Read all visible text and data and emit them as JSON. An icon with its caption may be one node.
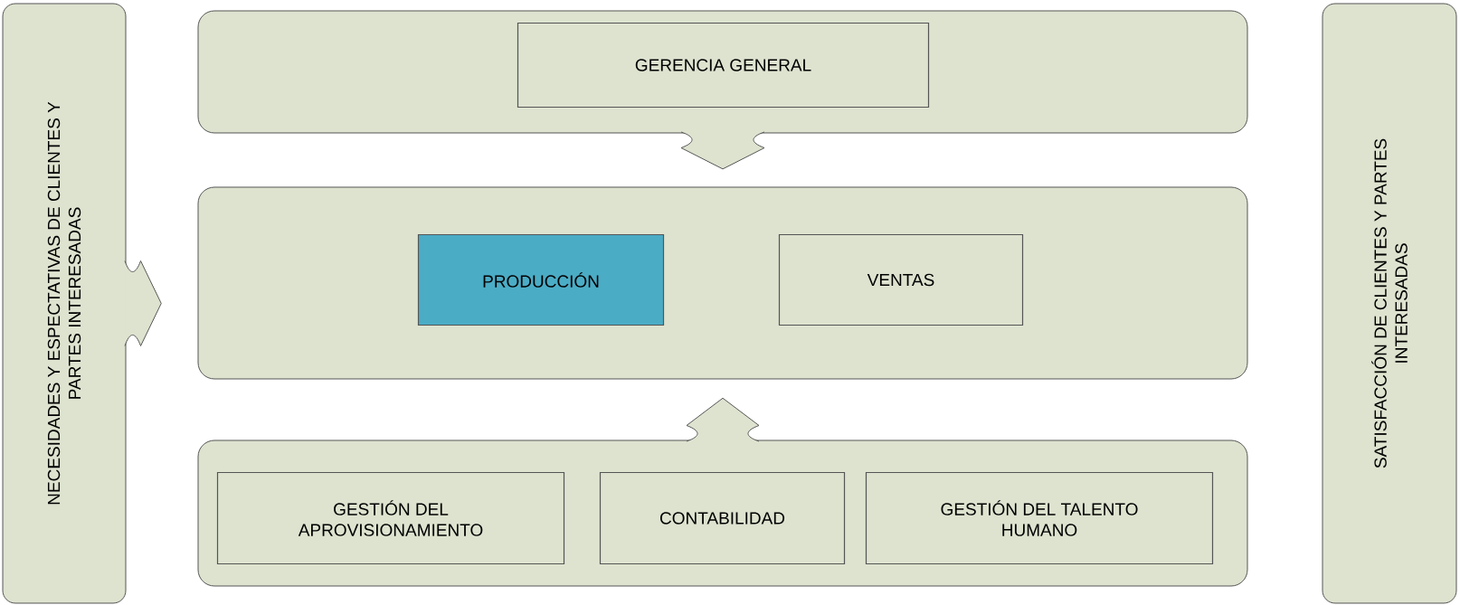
{
  "diagram": {
    "nodes": [
      {
        "text": [
          "NECESIDADES Y ESPECTATIVAS DE CLIENTES Y PARTES INTERESADAS"
        ]
      },
      {
        "text": [],
        "shape": "box"
      },
      {
        "text": [
          "GERENCIA GENERAL"
        ],
        "in": 1
      },
      {
        "text": [],
        "shape": "box"
      },
      {
        "text": [
          "PRODUCCIÓN"
        ],
        "in": 3
      },
      {
        "text": [
          "VENTAS"
        ],
        "in": 3
      },
      {
        "text": [],
        "shape": "box"
      },
      {
        "text": [
          "GESTIÓN DEL APROVISIONAMIENTO"
        ],
        "in": 6
      },
      {
        "text": [
          "CONTABILIDAD"
        ],
        "in": 6
      },
      {
        "text": [
          "GESTIÓN DEL TALENTO HUMANO"
        ],
        "in": 6
      },
      {
        "text": [
          "SATISFACCIÓN DE CLIENTES Y PARTES INTERESADAS"
        ]
      }
    ],
    "edges": [
      {
        "from": 1,
        "to": 3,
        "arrow": "to"
      },
      {
        "from": 6,
        "to": 3,
        "arrow": "to"
      },
      {
        "from": 0,
        "to": 3,
        "arrow": "to"
      }
    ]
  }
}
